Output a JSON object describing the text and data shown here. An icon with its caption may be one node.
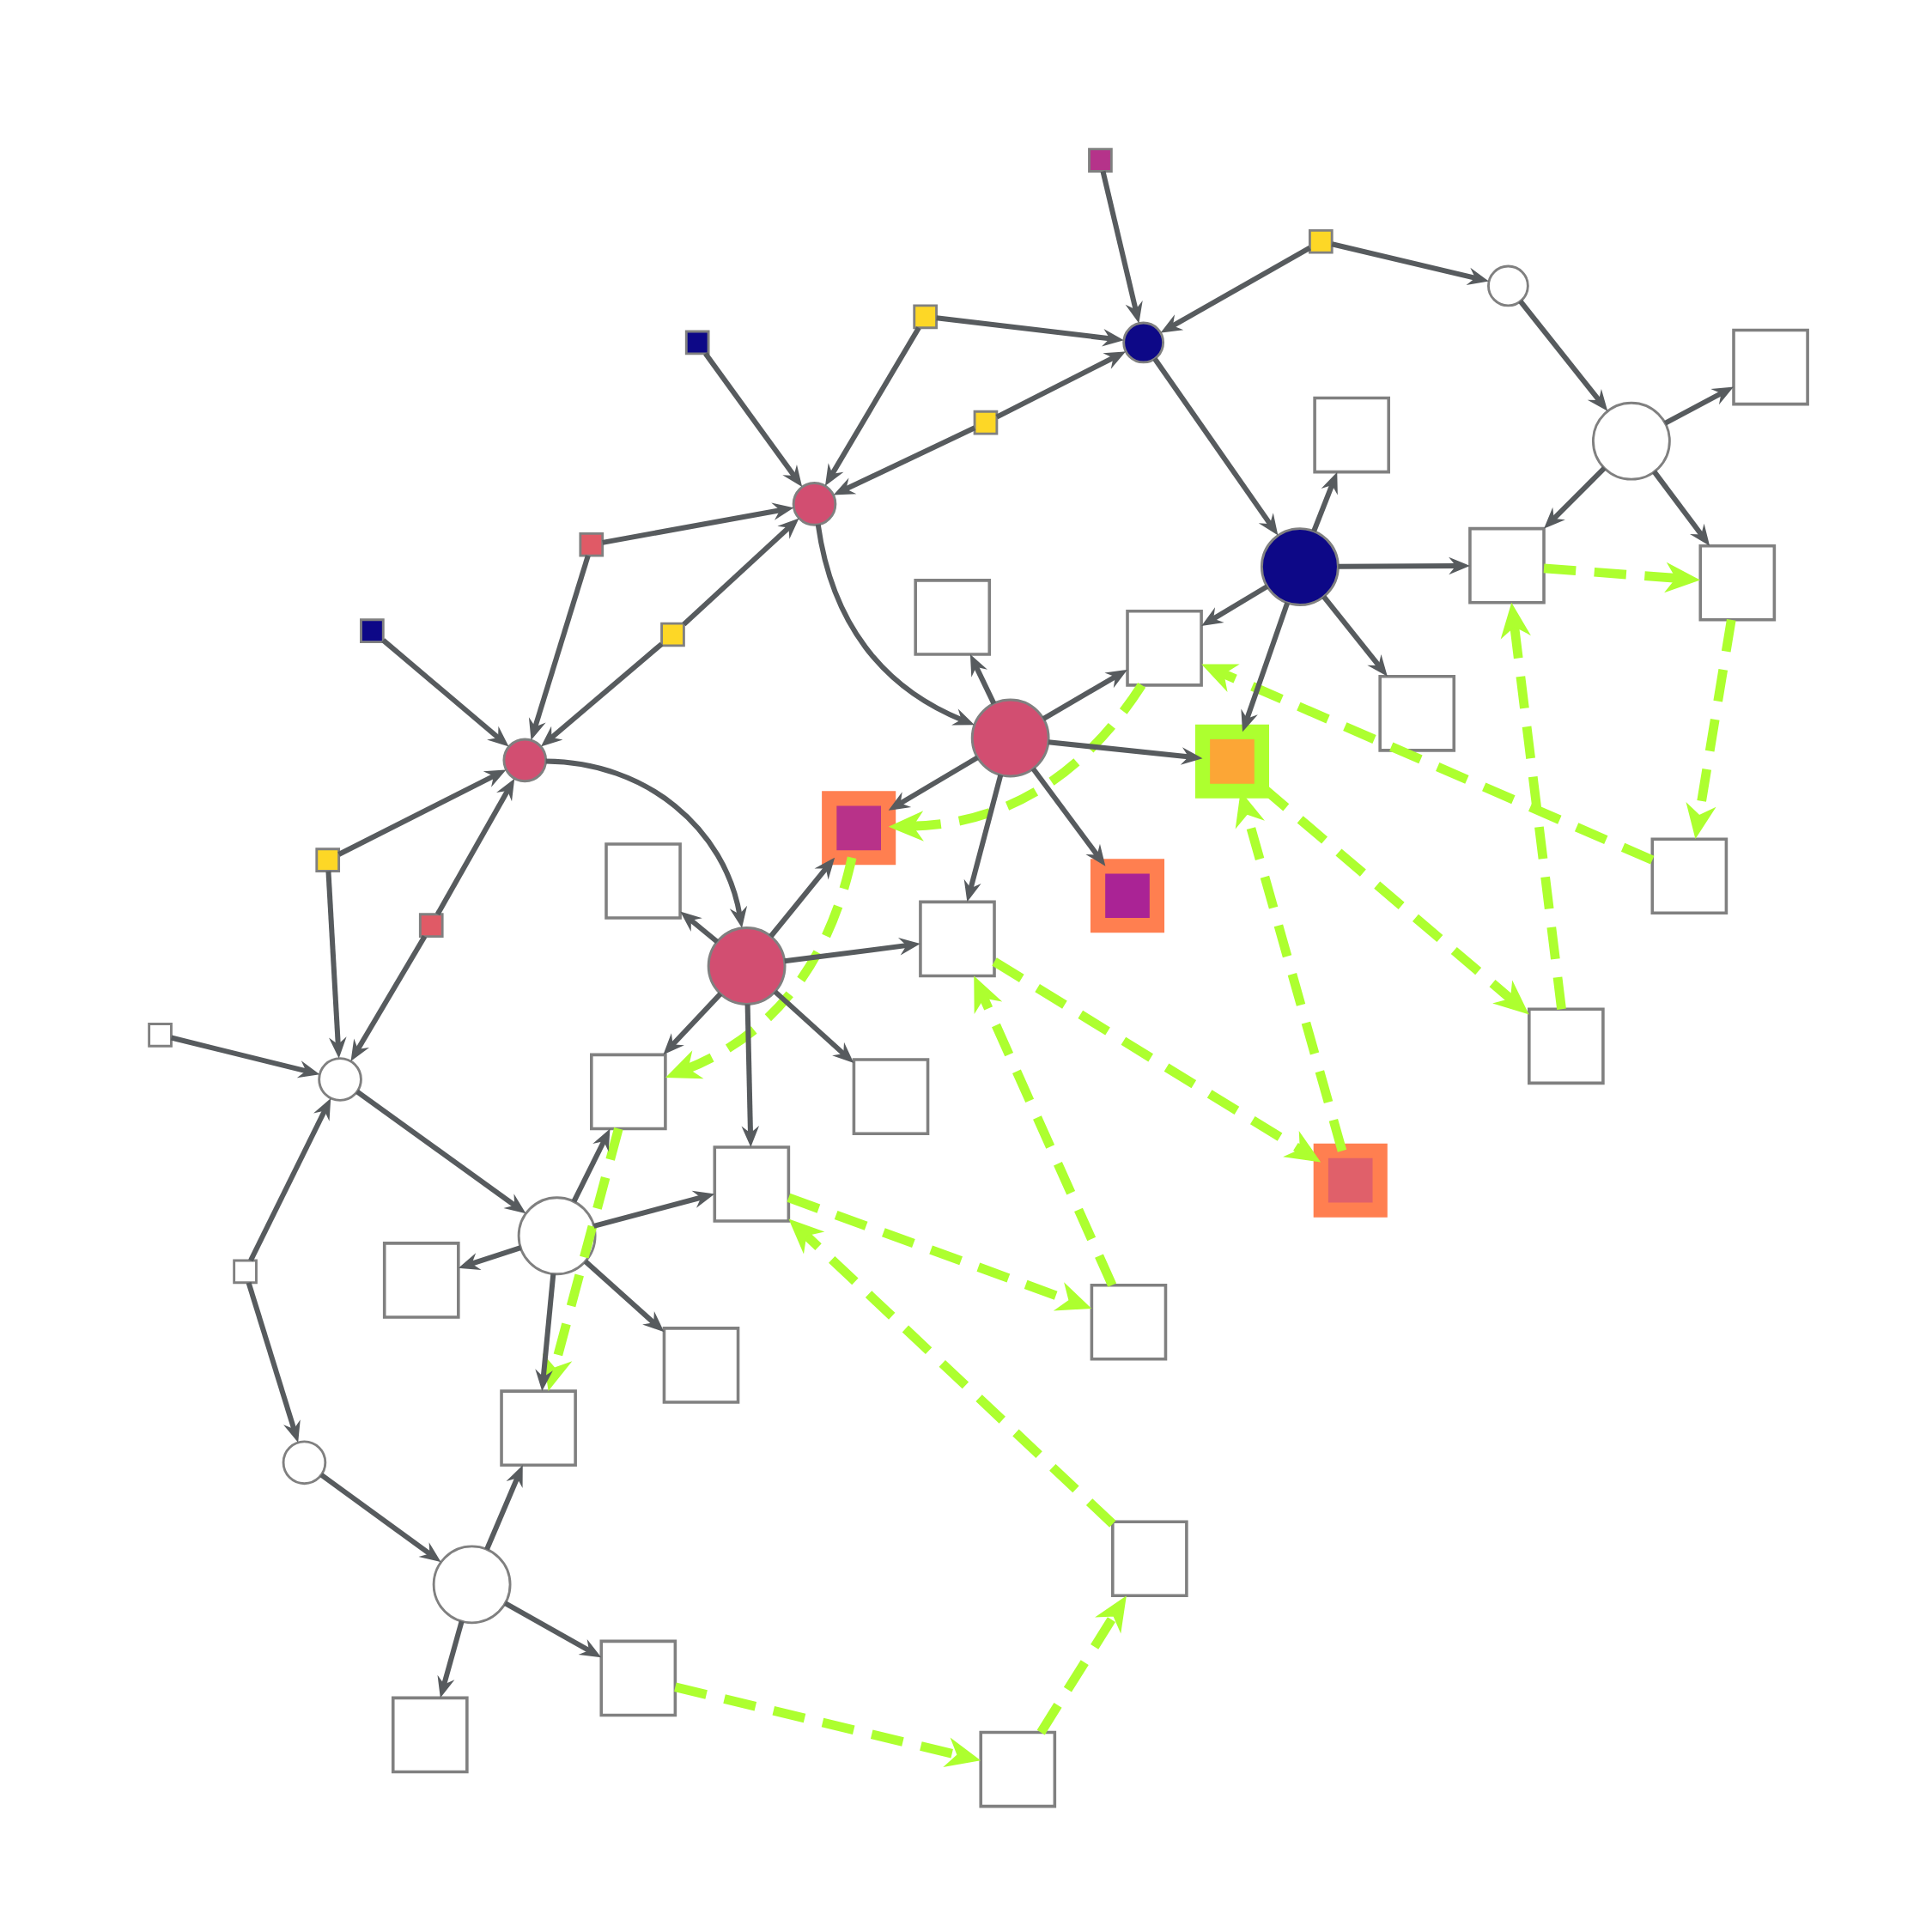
{
  "diagram": {
    "nodes": [
      {
        "text": [],
        "shape": "box"
      },
      {
        "text": [],
        "shape": "box"
      },
      {
        "text": [],
        "shape": "circle"
      },
      {
        "text": [],
        "shape": "box"
      },
      {
        "text": [],
        "shape": "box"
      },
      {
        "text": [],
        "shape": "circle"
      },
      {
        "text": [],
        "shape": "box"
      },
      {
        "text": [],
        "shape": "box"
      },
      {
        "text": [],
        "shape": "box"
      },
      {
        "text": [],
        "shape": "circle"
      },
      {
        "text": [],
        "shape": "circle"
      },
      {
        "text": [],
        "shape": "box"
      },
      {
        "text": [],
        "shape": "box"
      },
      {
        "text": [],
        "shape": "circle"
      },
      {
        "text": [],
        "shape": "box"
      },
      {
        "text": [],
        "shape": "box"
      },
      {
        "text": [],
        "shape": "box"
      },
      {
        "text": [],
        "shape": "box"
      },
      {
        "text": [],
        "shape": "box"
      },
      {
        "text": [],
        "shape": "box"
      },
      {
        "text": [],
        "shape": "circle"
      },
      {
        "text": [],
        "shape": "circle"
      },
      {
        "text": [],
        "shape": "box"
      },
      {
        "text": [],
        "shape": "box"
      },
      {
        "text": [],
        "shape": "box"
      },
      {
        "text": [],
        "shape": "box"
      },
      {
        "text": [],
        "shape": "box"
      },
      {
        "text": [],
        "shape": "box"
      },
      {
        "text": [],
        "shape": "box"
      },
      {
        "text": [],
        "shape": "box"
      },
      {
        "text": [],
        "shape": "circle"
      },
      {
        "text": [],
        "shape": "box"
      },
      {
        "text": [],
        "shape": "box"
      },
      {
        "text": [],
        "shape": "circle"
      },
      {
        "text": [],
        "shape": "box"
      },
      {
        "text": [],
        "shape": "box"
      },
      {
        "text": [],
        "shape": "box"
      },
      {
        "text": [],
        "shape": "box"
      },
      {
        "text": [],
        "shape": "circle"
      },
      {
        "text": [],
        "shape": "box"
      },
      {
        "text": [],
        "shape": "box"
      },
      {
        "text": [],
        "shape": "box"
      },
      {
        "text": [],
        "shape": "box"
      },
      {
        "text": [],
        "shape": "box"
      },
      {
        "text": [],
        "shape": "circle"
      },
      {
        "text": [],
        "shape": "box"
      },
      {
        "text": [],
        "shape": "circle"
      },
      {
        "text": [],
        "shape": "box"
      },
      {
        "text": [],
        "shape": "box"
      },
      {
        "text": [],
        "shape": "box"
      }
    ],
    "edges": [
      {
        "from": 0,
        "to": 5,
        "arrow": "to"
      },
      {
        "from": 1,
        "to": 5,
        "arrow": "to"
      },
      {
        "from": 1,
        "to": 2,
        "arrow": "to"
      },
      {
        "from": 3,
        "to": 5,
        "arrow": "to"
      },
      {
        "from": 3,
        "to": 10,
        "arrow": "to"
      },
      {
        "from": 4,
        "to": 10,
        "arrow": "to"
      },
      {
        "from": 7,
        "to": 5,
        "arrow": "to"
      },
      {
        "from": 7,
        "to": 10,
        "arrow": "to"
      },
      {
        "from": 2,
        "to": 9,
        "arrow": "to"
      },
      {
        "from": 9,
        "to": 6,
        "arrow": "to"
      },
      {
        "from": 9,
        "to": 12,
        "arrow": "to"
      },
      {
        "from": 9,
        "to": 14,
        "arrow": "to"
      },
      {
        "from": 5,
        "to": 13,
        "arrow": "to"
      },
      {
        "from": 13,
        "to": 8,
        "arrow": "to"
      },
      {
        "from": 13,
        "to": 12,
        "arrow": "to"
      },
      {
        "from": 13,
        "to": 18,
        "arrow": "to"
      },
      {
        "from": 13,
        "to": 19,
        "arrow": "to"
      },
      {
        "from": 13,
        "to": 22,
        "arrow": "to"
      },
      {
        "from": 11,
        "to": 10,
        "arrow": "to"
      },
      {
        "from": 11,
        "to": 21,
        "arrow": "to"
      },
      {
        "from": 17,
        "to": 10,
        "arrow": "to"
      },
      {
        "from": 17,
        "to": 21,
        "arrow": "to"
      },
      {
        "from": 16,
        "to": 21,
        "arrow": "to"
      },
      {
        "from": 10,
        "to": 20,
        "arrow": "to"
      },
      {
        "from": 20,
        "to": 15,
        "arrow": "to"
      },
      {
        "from": 20,
        "to": 22,
        "arrow": "to"
      },
      {
        "from": 20,
        "to": 27,
        "arrow": "to"
      },
      {
        "from": 20,
        "to": 29,
        "arrow": "to"
      },
      {
        "from": 20,
        "to": 18,
        "arrow": "to"
      },
      {
        "from": 20,
        "to": 23,
        "arrow": "to"
      },
      {
        "from": 24,
        "to": 21,
        "arrow": "to"
      },
      {
        "from": 24,
        "to": 33,
        "arrow": "to"
      },
      {
        "from": 28,
        "to": 21,
        "arrow": "to"
      },
      {
        "from": 28,
        "to": 33,
        "arrow": "to"
      },
      {
        "from": 21,
        "to": 30,
        "arrow": "to"
      },
      {
        "from": 30,
        "to": 26,
        "arrow": "to"
      },
      {
        "from": 30,
        "to": 29,
        "arrow": "to"
      },
      {
        "from": 30,
        "to": 35,
        "arrow": "to"
      },
      {
        "from": 30,
        "to": 37,
        "arrow": "to"
      },
      {
        "from": 30,
        "to": 34,
        "arrow": "to"
      },
      {
        "from": 30,
        "to": 23,
        "arrow": "to"
      },
      {
        "from": 31,
        "to": 33,
        "arrow": "to"
      },
      {
        "from": 39,
        "to": 33,
        "arrow": "to"
      },
      {
        "from": 39,
        "to": 44,
        "arrow": "to"
      },
      {
        "from": 33,
        "to": 38,
        "arrow": "to"
      },
      {
        "from": 38,
        "to": 34,
        "arrow": "to"
      },
      {
        "from": 38,
        "to": 37,
        "arrow": "to"
      },
      {
        "from": 38,
        "to": 40,
        "arrow": "to"
      },
      {
        "from": 38,
        "to": 42,
        "arrow": "to"
      },
      {
        "from": 38,
        "to": 43,
        "arrow": "to"
      },
      {
        "from": 44,
        "to": 46,
        "arrow": "to"
      },
      {
        "from": 46,
        "to": 43,
        "arrow": "to"
      },
      {
        "from": 46,
        "to": 47,
        "arrow": "to"
      },
      {
        "from": 46,
        "to": 48,
        "arrow": "to"
      },
      {
        "from": 12,
        "to": 14,
        "arrow": "to",
        "style": "dashed",
        "color": "#adff2f"
      },
      {
        "from": 14,
        "to": 25,
        "arrow": "to",
        "style": "dashed",
        "color": "#adff2f"
      },
      {
        "from": 25,
        "to": 18,
        "arrow": "to",
        "style": "dashed",
        "color": "#adff2f"
      },
      {
        "from": 18,
        "to": 23,
        "arrow": "to",
        "style": "dashed",
        "color": "#adff2f"
      },
      {
        "from": 23,
        "to": 34,
        "arrow": "to",
        "style": "dashed",
        "color": "#adff2f"
      },
      {
        "from": 34,
        "to": 43,
        "arrow": "to",
        "style": "dashed",
        "color": "#adff2f"
      },
      {
        "from": 47,
        "to": 49,
        "arrow": "to",
        "style": "dashed",
        "color": "#adff2f"
      },
      {
        "from": 49,
        "to": 45,
        "arrow": "to",
        "style": "dashed",
        "color": "#adff2f"
      },
      {
        "from": 45,
        "to": 37,
        "arrow": "to",
        "style": "dashed",
        "color": "#adff2f"
      },
      {
        "from": 37,
        "to": 41,
        "arrow": "to",
        "style": "dashed",
        "color": "#adff2f"
      },
      {
        "from": 41,
        "to": 29,
        "arrow": "to",
        "style": "dashed",
        "color": "#adff2f"
      },
      {
        "from": 29,
        "to": 36,
        "arrow": "to",
        "style": "dashed",
        "color": "#adff2f"
      },
      {
        "from": 36,
        "to": 22,
        "arrow": "to",
        "style": "dashed",
        "color": "#adff2f"
      },
      {
        "from": 22,
        "to": 32,
        "arrow": "to",
        "style": "dashed",
        "color": "#adff2f"
      },
      {
        "from": 32,
        "to": 12,
        "arrow": "to",
        "style": "dashed",
        "color": "#adff2f"
      }
    ]
  }
}
